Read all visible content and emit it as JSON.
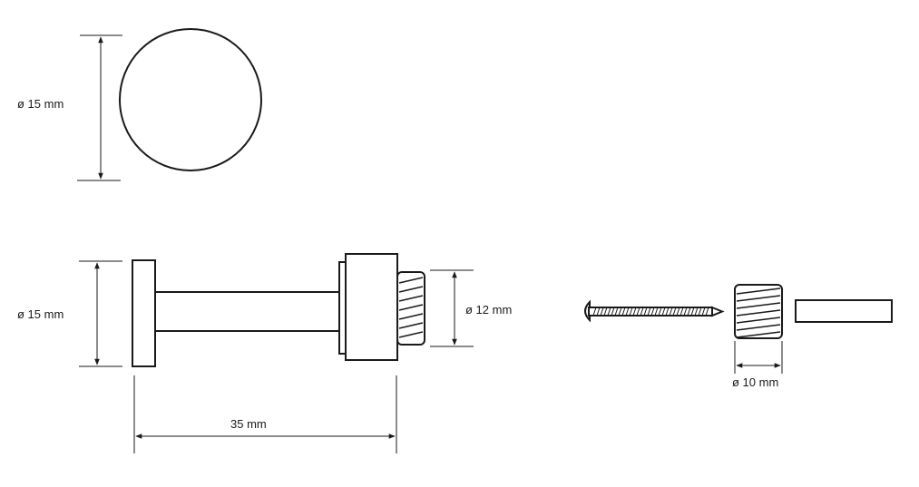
{
  "dimensions": {
    "front_diameter": "ø 15 mm",
    "side_diameter": "ø 15 mm",
    "thread_diameter": "ø 12 mm",
    "length": "35 mm",
    "dowel_diameter": "ø 10 mm"
  },
  "colors": {
    "line": "#1a1a1a",
    "background": "#ffffff"
  }
}
